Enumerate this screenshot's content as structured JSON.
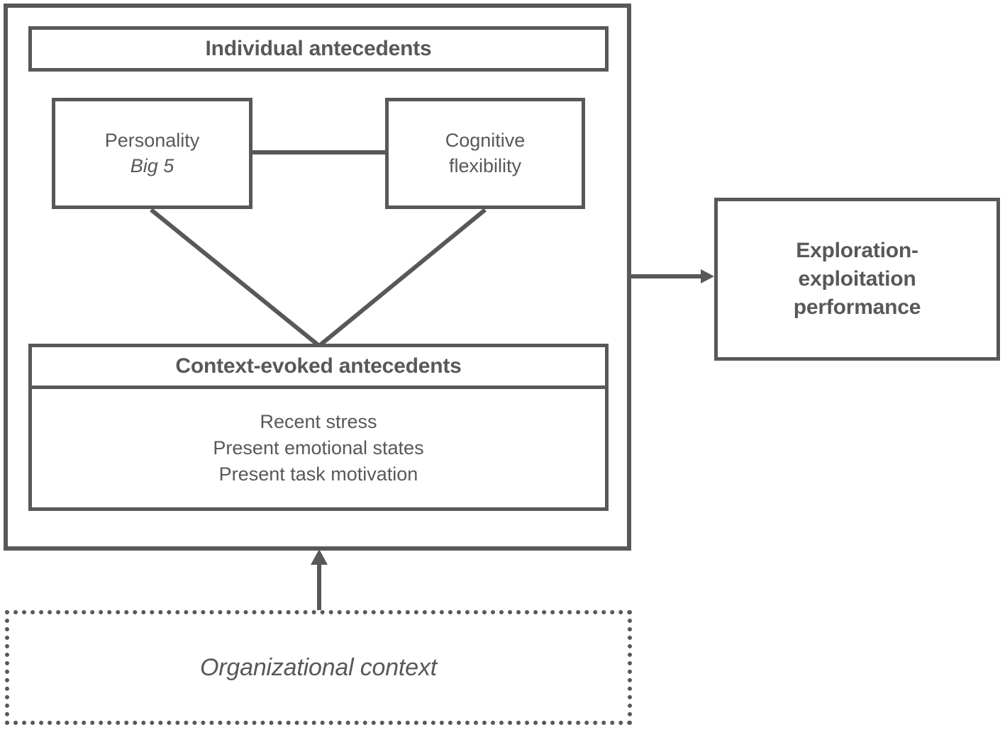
{
  "diagram": {
    "title_semantic": "antecedents-of-exploration-exploitation-performance",
    "colors": {
      "stroke": "#58585a",
      "text": "#58585a",
      "background": "#ffffff"
    },
    "individual_antecedents": {
      "header": "Individual antecedents",
      "personality": {
        "line1": "Personality",
        "line2": "Big 5"
      },
      "cognitive_flexibility": {
        "line1": "Cognitive",
        "line2": "flexibility"
      }
    },
    "context_evoked": {
      "header": "Context-evoked antecedents",
      "items": [
        "Recent stress",
        "Present emotional states",
        "Present task motivation"
      ]
    },
    "outcome": {
      "line1": "Exploration-",
      "line2": "exploitation",
      "line3": "performance"
    },
    "organizational_context": {
      "label": "Organizational context"
    },
    "connectors": [
      {
        "name": "personality-cognitive-link",
        "style": "solid-line"
      },
      {
        "name": "personality-to-context-link",
        "style": "solid-line"
      },
      {
        "name": "cognitive-to-context-link",
        "style": "solid-line"
      },
      {
        "name": "individual-to-outcome-arrow",
        "style": "solid-arrow"
      },
      {
        "name": "organizational-context-to-individual-arrow",
        "style": "solid-arrow"
      }
    ]
  }
}
